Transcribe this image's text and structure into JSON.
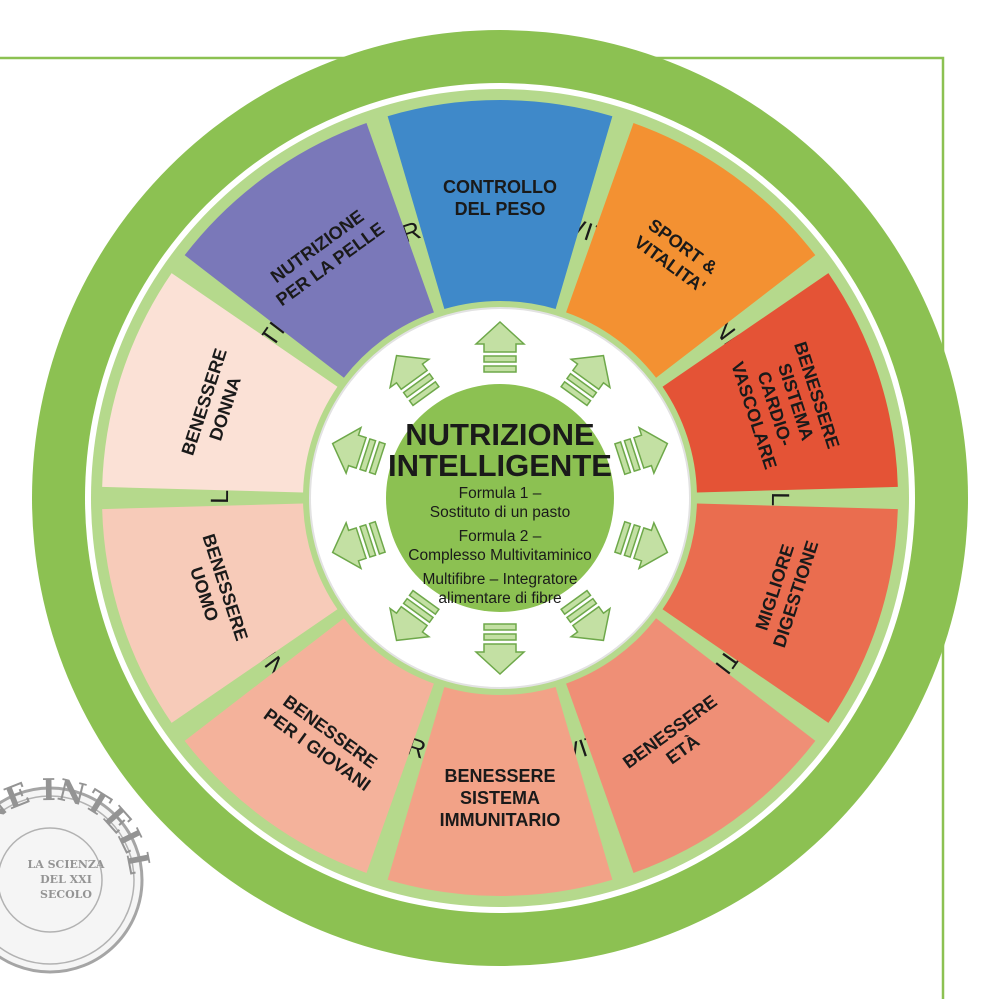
{
  "outer_ring": {
    "label": "BENESSERE, STILE DI VITA ATTIVO",
    "color": "#8cc152",
    "inner_color": "#b5d98c"
  },
  "segments": [
    {
      "label_lines": [
        "CONTROLLO",
        "DEL PESO"
      ],
      "color": "#3f89c9"
    },
    {
      "label_lines": [
        "SPORT &",
        "VITALITA'"
      ],
      "color": "#f39132"
    },
    {
      "label_lines": [
        "BENESSERE",
        "SISTEMA",
        "CARDIO-",
        "VASCOLARE"
      ],
      "color": "#e45336"
    },
    {
      "label_lines": [
        "MIGLIORE",
        "DIGESTIONE"
      ],
      "color": "#ea6d4f"
    },
    {
      "label_lines": [
        "BENESSERE",
        "ETÀ"
      ],
      "color": "#ef8f76"
    },
    {
      "label_lines": [
        "BENESSERE",
        "SISTEMA",
        "IMMUNITARIO"
      ],
      "color": "#f2a287"
    },
    {
      "label_lines": [
        "BENESSERE",
        "PER I GIOVANI"
      ],
      "color": "#f4b29b"
    },
    {
      "label_lines": [
        "BENESSERE",
        "UOMO"
      ],
      "color": "#f7cbb9"
    },
    {
      "label_lines": [
        "BENESSERE",
        "DONNA"
      ],
      "color": "#fbe1d6"
    },
    {
      "label_lines": [
        "NUTRIZIONE",
        "PER LA PELLE"
      ],
      "color": "#7a78b9"
    }
  ],
  "core": {
    "title_lines": [
      "NUTRIZIONE",
      "INTELLIGENTE"
    ],
    "items": [
      "Formula 1 –",
      "Sostituto di un pasto",
      "Formula 2 –",
      "Complesso Multivitaminico",
      "Multifibre – Integratore",
      "alimentare di fibre"
    ],
    "color": "#8cc152"
  },
  "stamp": {
    "arc_text": "NUTRIZIONE INTELLIGENTE",
    "center_lines": [
      "LA SCIENZA",
      "DEL XXI",
      "SECOLO"
    ]
  },
  "colors": {
    "frame_line": "#8cc152",
    "arrow_fill": "#c3e0a3",
    "arrow_stroke": "#6ea84a"
  }
}
